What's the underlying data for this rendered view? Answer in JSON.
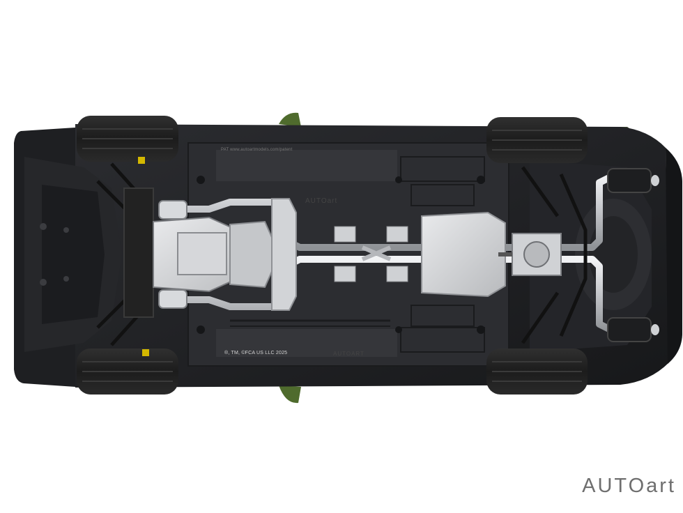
{
  "image": {
    "brand_logo": "AUTOart",
    "pat_text": "PAT www.autoartmodels.com/patent",
    "copyright_text": "®, TM, ©FCA US LLC 2025",
    "floor_stamp_top": "AUTOart",
    "floor_stamp_bottom": "AUTOART",
    "colors": {
      "background": "#ffffff",
      "chassis": "#232427",
      "tire": "#202020",
      "exhaust": "#c9cbcf",
      "body_accent": "#4f6b2d"
    }
  }
}
